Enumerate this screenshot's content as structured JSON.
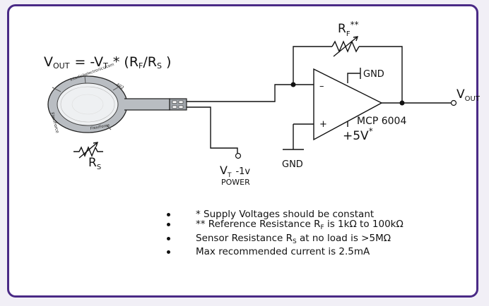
{
  "equation": {
    "v": "V",
    "out_sub": "OUT",
    "eq": "= -V",
    "t_sub": "T",
    "mul": "* (R",
    "f_sub": "F",
    "slash": "/R",
    "s_sub": "S",
    "close": ")"
  },
  "sensor": {
    "text_top": "interlinkelectronics.com",
    "part": "402",
    "brand": "FlexiForce",
    "rs_label": "R",
    "rs_sub": "S"
  },
  "feedback": {
    "label": "R",
    "sub": "F",
    "stars": "**"
  },
  "opamp": {
    "minus": "–",
    "plus": "+",
    "part": "MCP 6004",
    "gnd_top": "GND",
    "supply": "+5V",
    "supply_star": "*"
  },
  "output": {
    "v": "V",
    "sub": "OUT"
  },
  "power": {
    "v": "V",
    "sub": "T",
    "value": "-1v",
    "label": "POWER"
  },
  "gnd_bottom": "GND",
  "notes": [
    {
      "text": "* Supply Voltages should be constant"
    },
    {
      "pre": "** Reference Resistance R",
      "sub": "F",
      "post": " is 1kΩ to 100kΩ"
    },
    {
      "pre": "Sensor Resistance R",
      "sub": "S",
      "post": " at no load is >5MΩ"
    },
    {
      "text": "Max recommended current is 2.5mA"
    }
  ]
}
